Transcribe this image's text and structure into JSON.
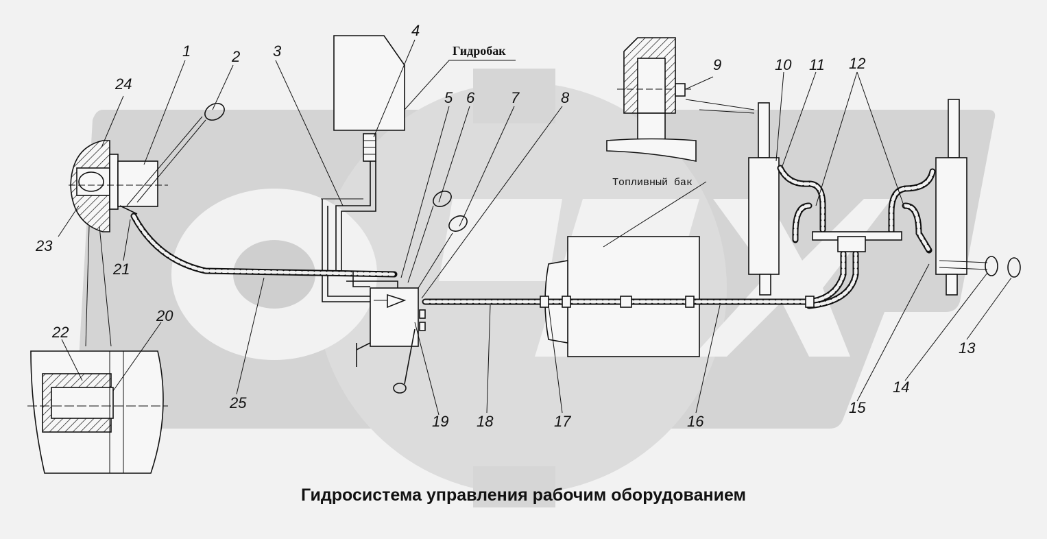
{
  "labels": {
    "hydro_tank": "Гидробак",
    "fuel_tank": "Топливный бак"
  },
  "callouts": [
    "1",
    "2",
    "3",
    "4",
    "5",
    "6",
    "7",
    "8",
    "9",
    "10",
    "11",
    "12",
    "13",
    "14",
    "15",
    "16",
    "17",
    "18",
    "19",
    "20",
    "21",
    "22",
    "23",
    "24",
    "25"
  ],
  "caption": "Гидросистема управления рабочим оборудованием"
}
